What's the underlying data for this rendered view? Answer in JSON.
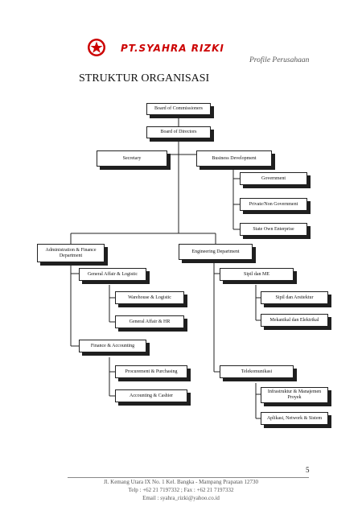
{
  "header": {
    "company": "PT.SYAHRA RIZKI",
    "subtitle": "Profile Perusahaan",
    "title": "STRUKTUR ORGANISASI"
  },
  "org": {
    "commissioners": "Board of Commissioners",
    "directors": "Board of Directors",
    "secretary": "Secretary",
    "business_dev": "Business Development",
    "government": "Government",
    "private": "Private/Non Government",
    "state_owned": "State Own Enterprise",
    "admin_finance": [
      "Administration & Finance",
      "Department"
    ],
    "engineering": "Engineering Department",
    "general_affair_logistic": "General Affair & Logistic",
    "warehouse": "Warehouse & Logistic",
    "general_affair_hr": "General Affair & HR",
    "finance_accounting": "Finance & Accounting",
    "procurement": "Procurement & Purchasing",
    "accounting_cashier": "Accounting & Cashier",
    "sipil_me": "Sipil dan ME",
    "sipil_arsitektur": "Sipil dan Arsitektur",
    "mekanikal_elektrikal": "Mekanikal dan Elektrikal",
    "telekomunikasi": "Telekomunikasi",
    "infrastruktur": [
      "Infrastruktur & Manajemen",
      "Proyek"
    ],
    "aplikasi": "Aplikasi, Network & Sistem"
  },
  "colors": {
    "brand_red": "#cc0000",
    "shadow": "#1f1f1f"
  },
  "footer": {
    "page_number": "5",
    "address": "Jl. Kemang Utara IX No. 1 Kel. Bangka - Mampang Prapatan 12730",
    "phone": "Telp : +62 21 7197332 ; Fax : +62 21 7197332",
    "email": "Email : syahra_rizki@yahoo.co.id"
  }
}
